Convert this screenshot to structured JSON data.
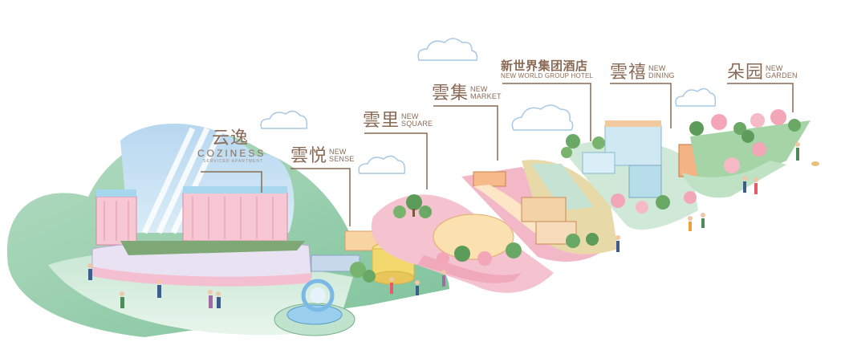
{
  "zones": [
    {
      "id": "coziness",
      "zh": "云逸",
      "en": [
        "COZINESS"
      ],
      "sub": "SERVICED APARTMENT"
    },
    {
      "id": "new-sense",
      "zh": "雲悦",
      "en": [
        "NEW",
        "SENSE"
      ]
    },
    {
      "id": "new-square",
      "zh": "雲里",
      "en": [
        "NEW",
        "SQUARE"
      ]
    },
    {
      "id": "new-market",
      "zh": "雲集",
      "en": [
        "NEW",
        "MARKET"
      ]
    },
    {
      "id": "hotel",
      "zh": "新世界集团酒店",
      "en": [
        "NEW WORLD GROUP HOTEL"
      ]
    },
    {
      "id": "new-dining",
      "zh": "雲禧",
      "en": [
        "NEW",
        "DINING"
      ]
    },
    {
      "id": "new-garden",
      "zh": "朵园",
      "en": [
        "NEW",
        "GARDEN"
      ]
    }
  ],
  "colors": {
    "label": "#8a6a55",
    "ground_green": "#9fd3b3",
    "pink": "#f3b8c8",
    "cloud": "#cfe3f5",
    "tree_green": "#5d9b5a"
  },
  "icons": [
    "cloud-icon",
    "tree-icon",
    "person-icon",
    "fountain-icon",
    "building-icon"
  ]
}
